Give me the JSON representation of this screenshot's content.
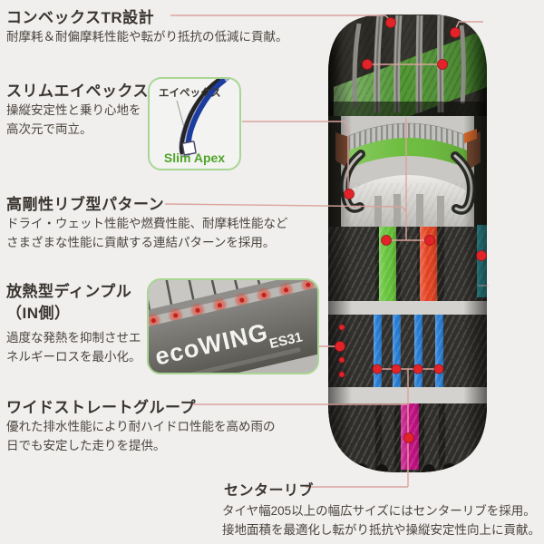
{
  "features": [
    {
      "id": "convex-tr",
      "title": "コンベックスTR設計",
      "lines": [
        "耐摩耗＆耐偏摩耗性能や転がり抵抗の低減に貢献。"
      ]
    },
    {
      "id": "slim-apex",
      "title": "スリムエイペックス",
      "lines": [
        "操縦安定性と乗り心地を",
        "高次元で両立。"
      ],
      "figure": {
        "label": "エイペックス",
        "caption": "Slim Apex"
      }
    },
    {
      "id": "rigid-rib-pattern",
      "title": "高剛性リブ型パターン",
      "lines": [
        "ドライ・ウェット性能や燃費性能、耐摩耗性能など",
        "さまざまな性能に貢献する連結パターンを採用。"
      ]
    },
    {
      "id": "cooling-dimple",
      "title": "放熱型ディンプル",
      "title2": "（IN側）",
      "lines": [
        "過度な発熱を抑制させエ",
        "ネルギーロスを最小化。"
      ],
      "figure": {
        "brand": "ecoWING",
        "model": "ES31"
      }
    },
    {
      "id": "wide-straight-groove",
      "title": "ワイドストレートグループ",
      "lines": [
        "優れた排水性能により耐ハイドロ性能を高め雨の",
        "日でも安定した走りを提供。"
      ]
    },
    {
      "id": "center-rib",
      "title": "センターリブ",
      "lines": [
        "タイヤ幅205以上の幅広サイズにはセンターリブを採用。",
        "接地面積を最適化し転がり抵抗や操縦安定性向上に貢献。"
      ]
    }
  ],
  "colors": {
    "background": "#f0efed",
    "heading_text": "#3a3531",
    "body_text": "#4b4540",
    "callout_line": "#dba49e",
    "callout_dot": "#e2242a",
    "figure_border": "#a9d694",
    "slim_apex_caption": "#4fa32a"
  },
  "tire": {
    "highlights": {
      "tread_band_green": "#4f9e2f",
      "inner_layer_green": "#6abc3a",
      "rib_green": "#5fc132",
      "rib_red": "#e13a17",
      "shoulder_teal": "#2f9fa6",
      "groove_blue": "#1e78d2",
      "center_rib_magenta": "#c1087f"
    }
  }
}
